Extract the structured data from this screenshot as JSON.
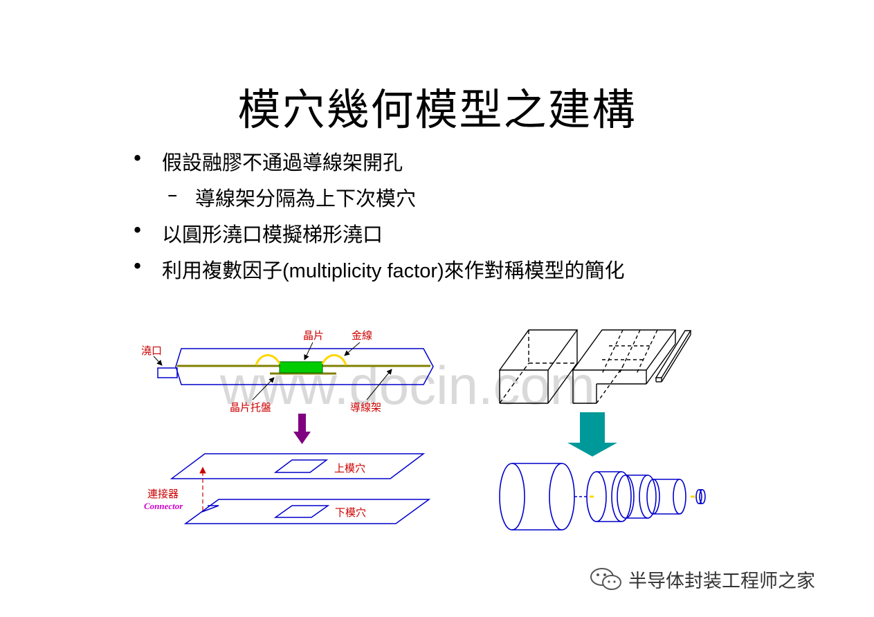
{
  "title": "模穴幾何模型之建構",
  "bullets": [
    {
      "marker": "•",
      "text": "假設融膠不通過導線架開孔"
    },
    {
      "marker": "–",
      "text": "導線架分隔為上下次模穴"
    },
    {
      "marker": "•",
      "text": "以圓形澆口模擬梯形澆口"
    },
    {
      "marker": "•",
      "text_pre": "利用複數因子",
      "text_latin": "(multiplicity factor)",
      "text_post": "來作對稱模型的簡化"
    }
  ],
  "diagram_left": {
    "labels": {
      "gate": "澆口",
      "chip": "晶片",
      "gold_wire": "金線",
      "die_pad": "晶片托盤",
      "lead_frame": "導線架",
      "upper_cavity": "上模穴",
      "lower_cavity": "下模穴",
      "connector": "連接器",
      "connector_en": "Connector"
    }
  },
  "watermark": "www.docin.com",
  "brand": {
    "name": "半导体封装工程师之家",
    "icon": "wechat-icon"
  },
  "colors": {
    "outline": "#0000cc",
    "label": "#cc0000",
    "arrow_left": "#800080",
    "arrow_right": "#009999",
    "chip": "#00cc00",
    "wire": "#ffd700",
    "leadframe": "#808000"
  }
}
